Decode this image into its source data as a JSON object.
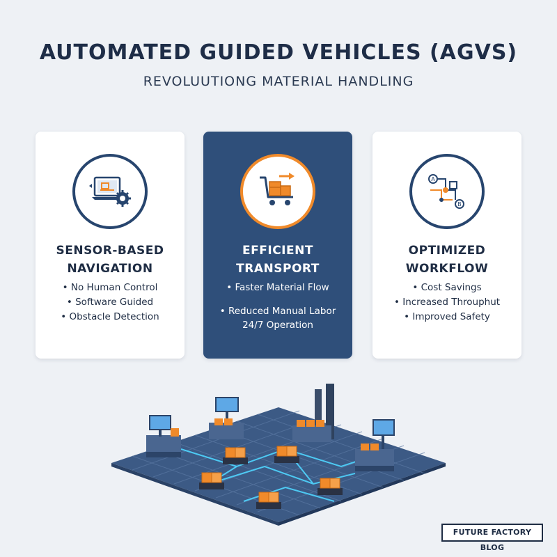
{
  "header": {
    "title": "AUTOMATED GUIDED VEHICLES (AGVS)",
    "subtitle": "REVOLUUTIONG MATERIAL HANDLING"
  },
  "cards": [
    {
      "icon": "laptop-gear-icon",
      "title_line1": "SENSOR-BASED",
      "title_line2": "NAVIGATION",
      "bullets": [
        "• No Human Control",
        "• Software Guided",
        "• Obstacle Detection"
      ]
    },
    {
      "icon": "cart-boxes-icon",
      "title_line1": "EFFICIENT",
      "title_line2": "TRANSPORT",
      "bullets": [
        "• Faster Material Flow",
        "• Reduced Manual Labor",
        "24/7 Operation"
      ]
    },
    {
      "icon": "workflow-nodes-icon",
      "title_line1": "OPTIMIZED",
      "title_line2": "WORKFLOW",
      "bullets": [
        "• Cost Savings",
        "• Increased Throuphut",
        "• Improved Safety"
      ]
    }
  ],
  "illustration": {
    "name": "isometric-factory-floor-with-agvs"
  },
  "footer": {
    "badge": "FUTURE FACTORY BLOG"
  },
  "colors": {
    "background": "#eef1f5",
    "navy": "#2f4f7a",
    "accent_orange": "#f08a2a",
    "text_dark": "#1f2d44"
  }
}
